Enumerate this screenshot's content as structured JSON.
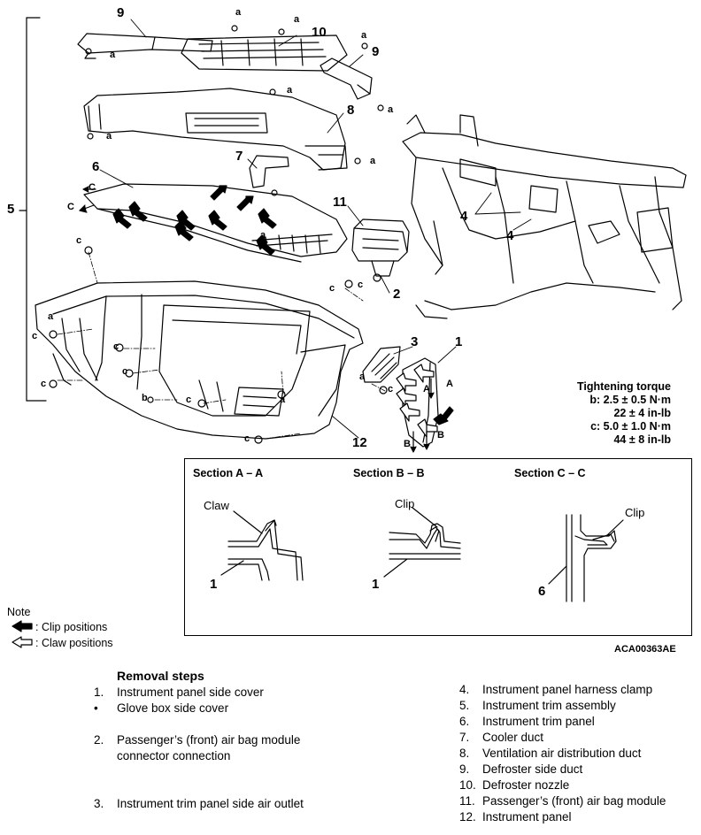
{
  "figure": {
    "code": "ACA00363AE",
    "bracket_label": "5",
    "callouts": {
      "c1": "1",
      "c2": "2",
      "c3": "3",
      "c4a": "4",
      "c4b": "4",
      "c6": "6",
      "c7": "7",
      "c8": "8",
      "c9a": "9",
      "c9b": "9",
      "c10": "10",
      "c11": "11",
      "c12": "12"
    },
    "small_labels": {
      "a1": "a",
      "a2": "a",
      "a3": "a",
      "a4": "a",
      "a5": "a",
      "a6": "a",
      "a7": "a",
      "a8": "a",
      "a9": "a",
      "a10": "a",
      "a11": "a",
      "a12": "a",
      "b1": "b",
      "c1": "c",
      "c2": "c",
      "c3": "c",
      "c4": "c",
      "c5": "c",
      "c6": "c",
      "c7": "c",
      "c8": "c",
      "c9": "c",
      "c10": "c",
      "C1": "C",
      "C2": "C",
      "A1": "A",
      "A2": "A",
      "B1": "B",
      "B2": "B"
    }
  },
  "torque": {
    "title": "Tightening torque",
    "b_line1": "b: 2.5 ± 0.5 N·m",
    "b_line2": "22 ± 4 in-lb",
    "c_line1": "c: 5.0 ± 1.0 N·m",
    "c_line2": "44 ± 8 in-lb"
  },
  "sections": {
    "aa": {
      "title": "Section A – A",
      "label": "Claw",
      "num": "1"
    },
    "bb": {
      "title": "Section B – B",
      "label": "Clip",
      "num": "1"
    },
    "cc": {
      "title": "Section C – C",
      "label": "Clip",
      "num": "6"
    }
  },
  "note": {
    "title": "Note",
    "clip": ": Clip positions",
    "claw": ": Claw positions"
  },
  "removal": {
    "title": "Removal steps",
    "left": [
      {
        "num": "1.",
        "text": "Instrument panel side cover"
      },
      {
        "num": "•",
        "text": "Glove box side cover"
      },
      {
        "num": "2.",
        "text": "Passenger’s (front) air bag module"
      },
      {
        "num": "",
        "text": "connector connection"
      },
      {
        "num": "3.",
        "text": "Instrument trim panel side air outlet"
      }
    ],
    "right": [
      {
        "num": "4.",
        "text": "Instrument panel harness clamp"
      },
      {
        "num": "5.",
        "text": "Instrument trim assembly"
      },
      {
        "num": "6.",
        "text": "Instrument trim panel"
      },
      {
        "num": "7.",
        "text": "Cooler duct"
      },
      {
        "num": "8.",
        "text": "Ventilation air distribution duct"
      },
      {
        "num": "9.",
        "text": "Defroster side duct"
      },
      {
        "num": "10.",
        "text": "Defroster nozzle"
      },
      {
        "num": "11.",
        "text": "Passenger’s (front) air bag module"
      },
      {
        "num": "12.",
        "text": "Instrument panel"
      }
    ]
  }
}
